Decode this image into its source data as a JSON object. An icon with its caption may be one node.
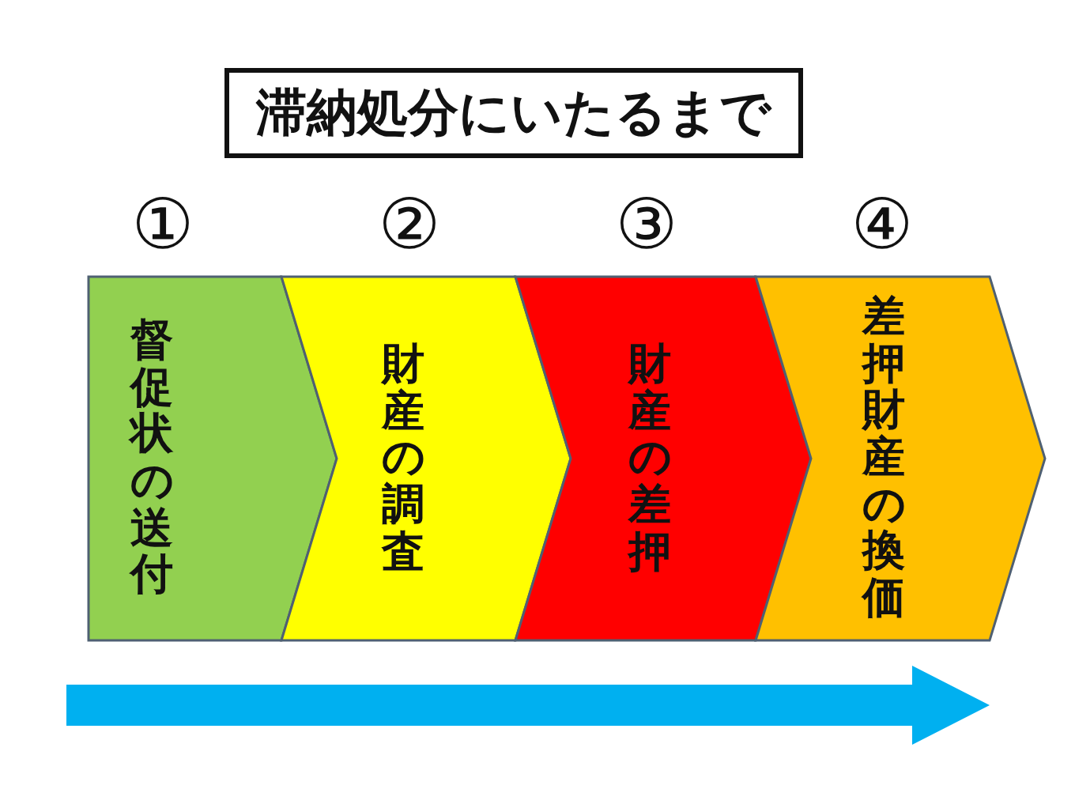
{
  "diagram": {
    "title": "滞納処分にいたるまで",
    "nodes": [
      {
        "text": [
          "①",
          "督促状の送付"
        ]
      },
      {
        "text": [
          "②",
          "財産の調査"
        ]
      },
      {
        "text": [
          "③",
          "財産の差押"
        ]
      },
      {
        "text": [
          "④",
          "差押財産の換価"
        ]
      }
    ]
  }
}
